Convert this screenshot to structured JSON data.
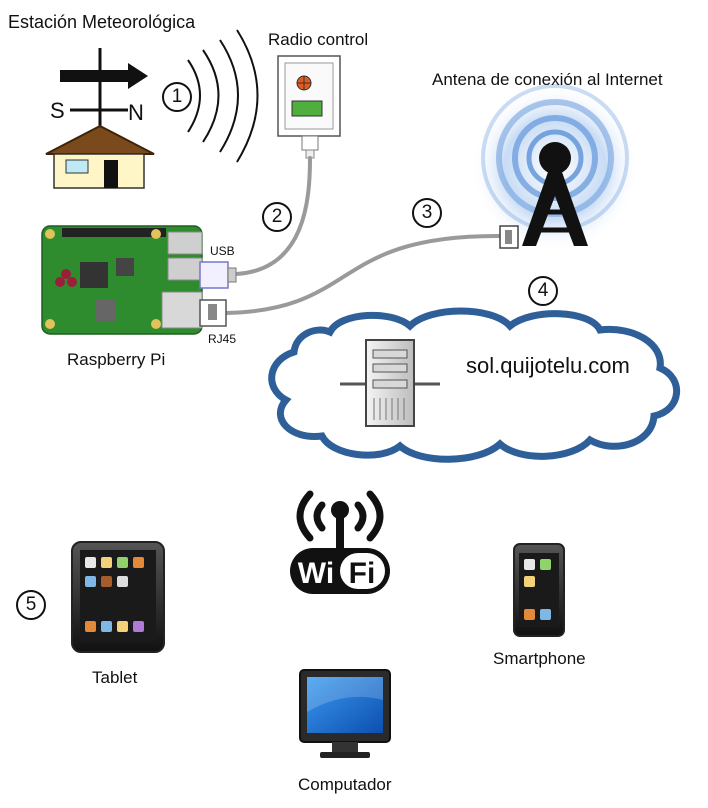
{
  "labels": {
    "station": "Estación Meteorológica",
    "radio": "Radio control",
    "antenna": "Antena de conexión al Internet",
    "usb": "USB",
    "rj45": "RJ45",
    "raspberry": "Raspberry Pi",
    "domain": "sol.quijotelu.com",
    "tablet": "Tablet",
    "smartphone": "Smartphone",
    "computer": "Computador",
    "south": "S",
    "north": "N"
  },
  "steps": [
    "1",
    "2",
    "3",
    "4",
    "5"
  ],
  "wifi": {
    "wi": "Wi",
    "fi": "Fi"
  },
  "icons": [
    "weather-vane-icon",
    "house-icon",
    "radio-waves-icon",
    "remote-control-icon",
    "raspberry-pi-board-icon",
    "antenna-tower-icon",
    "cloud-icon",
    "server-icon",
    "wifi-logo-icon",
    "tablet-icon",
    "smartphone-icon",
    "monitor-icon"
  ],
  "colors": {
    "cable": "#999999",
    "cloud_stroke": "#2e5f99",
    "antenna_glow": "#5b8fd6",
    "board": "#2e8b2e",
    "screen": "#1f6fd0"
  }
}
